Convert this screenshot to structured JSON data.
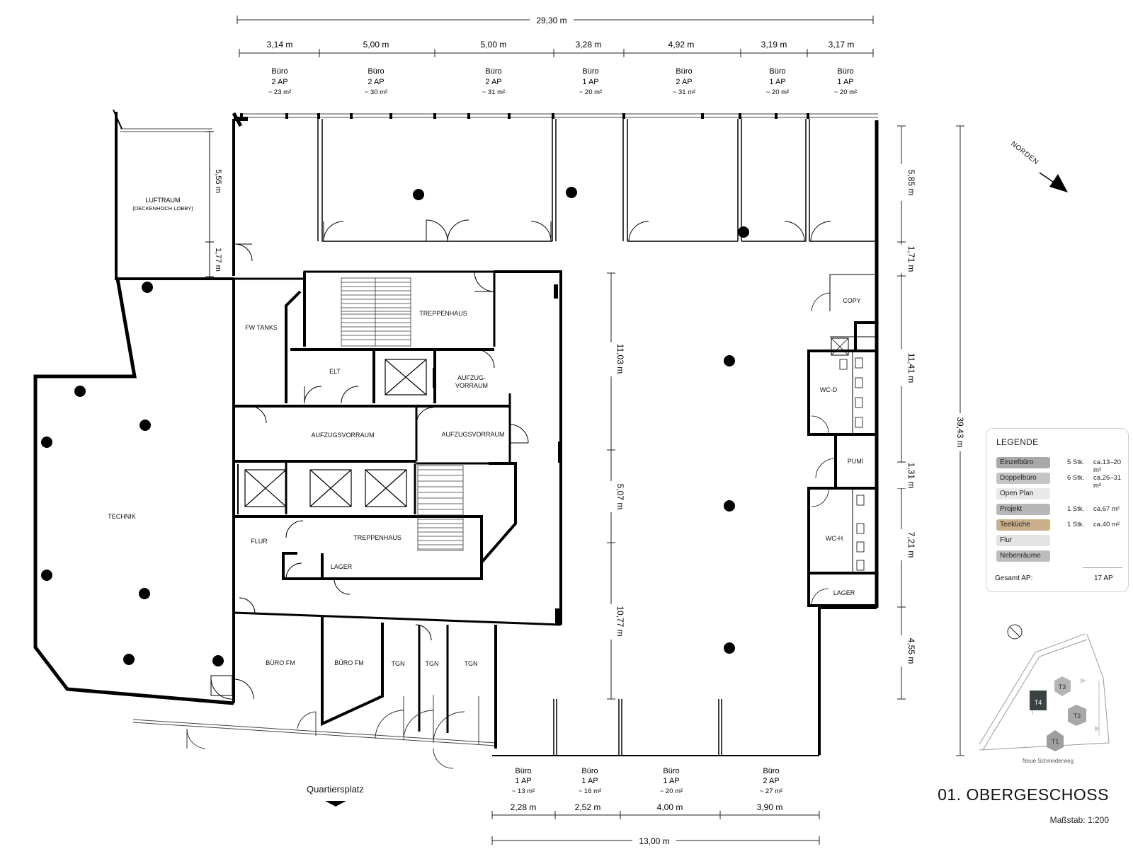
{
  "dimensions": {
    "top_total": "29,30 m",
    "top_segments": [
      "3,14 m",
      "5,00 m",
      "5,00 m",
      "3,28 m",
      "4,92 m",
      "3,19 m",
      "3,17 m"
    ],
    "right_segments": [
      "5,85 m",
      "1,71 m",
      "11,41 m",
      "1,31 m",
      "7,21 m",
      "4,55 m"
    ],
    "right_total": "39,43 m",
    "inner_vertical": [
      "11,03 m",
      "5,07 m",
      "10,77 m"
    ],
    "luftraum_vertical": [
      "5,55 m",
      "1,77 m"
    ],
    "bottom_segments": [
      "2,28 m",
      "2,52 m",
      "4,00 m",
      "3,90 m"
    ],
    "bottom_total": "13,00 m"
  },
  "top_offices": [
    {
      "name": "Büro",
      "ap": "2 AP",
      "area": "~ 23 m²"
    },
    {
      "name": "Büro",
      "ap": "2 AP",
      "area": "~ 30 m²"
    },
    {
      "name": "Büro",
      "ap": "2 AP",
      "area": "~ 31 m²"
    },
    {
      "name": "Büro",
      "ap": "1 AP",
      "area": "~ 20 m²"
    },
    {
      "name": "Büro",
      "ap": "2 AP",
      "area": "~ 31 m²"
    },
    {
      "name": "Büro",
      "ap": "1 AP",
      "area": "~ 20 m²"
    },
    {
      "name": "Büro",
      "ap": "1 AP",
      "area": "~ 20 m²"
    }
  ],
  "bottom_offices": [
    {
      "name": "Büro",
      "ap": "1 AP",
      "area": "~ 13 m²"
    },
    {
      "name": "Büro",
      "ap": "1 AP",
      "area": "~ 16 m²"
    },
    {
      "name": "Büro",
      "ap": "1 AP",
      "area": "~ 20 m²"
    },
    {
      "name": "Büro",
      "ap": "2 AP",
      "area": "~ 27 m²"
    }
  ],
  "rooms": {
    "luftraum": "LUFTRAUM",
    "luftraum_sub": "(DECKENHOCH LOBBY)",
    "fw_tanks": "FW TANKS",
    "treppenhaus_1": "TREPPENHAUS",
    "elt": "ELT",
    "aufzug_vorraum": "AUFZUG-",
    "aufzug_vorraum_2": "VORRAUM",
    "aufzugsvorraum_1": "AUFZUGSVORRAUM",
    "aufzugsvorraum_2": "AUFZUGSVORRAUM",
    "technik": "TECHNIK",
    "flur": "FLUR",
    "treppenhaus_2": "TREPPENHAUS",
    "lager_1": "LAGER",
    "buero_fm_1": "BÜRO FM",
    "buero_fm_2": "BÜRO FM",
    "tgn_1": "TGN",
    "tgn_2": "TGN",
    "tgn_3": "TGN",
    "copy": "COPY",
    "wc_d": "WC-D",
    "pumi": "PUMI",
    "wc_h": "WC-H",
    "lager_2": "LAGER"
  },
  "north_label": "NORDEN",
  "quartiersplatz": "Quartiersplatz",
  "legend": {
    "title": "LEGENDE",
    "rows": [
      {
        "label": "Einzelbüro",
        "count": "5 Stk.",
        "area": "ca.13–20 m²",
        "color": "#a8a8a8"
      },
      {
        "label": "Doppelbüro",
        "count": "6 Stk.",
        "area": "ca.26–31 m²",
        "color": "#c4c4c4"
      },
      {
        "label": "Open Plan",
        "count": "",
        "area": "",
        "color": "#e9e9e9"
      },
      {
        "label": "Projekt",
        "count": "1 Stk.",
        "area": "ca.67 m²",
        "color": "#b7b7b7"
      },
      {
        "label": "Teeküche",
        "count": "1 Stk.",
        "area": "ca.40 m²",
        "color": "#c9b08a"
      },
      {
        "label": "Flur",
        "count": "",
        "area": "",
        "color": "#e4e4e4"
      },
      {
        "label": "Nebenräume",
        "count": "",
        "area": "",
        "color": "#bdbdbd"
      }
    ],
    "total_label": "Gesamt AP:",
    "total_value": "17 AP"
  },
  "site": {
    "buildings": [
      "T1",
      "T2",
      "T3",
      "T4"
    ],
    "street": "Neue Schneiderweg"
  },
  "floor_title": "01. OBERGESCHOSS",
  "scale": "Maßstab: 1:200",
  "colors": {
    "wall": "#000000",
    "highlight_building": "#3a4244"
  }
}
